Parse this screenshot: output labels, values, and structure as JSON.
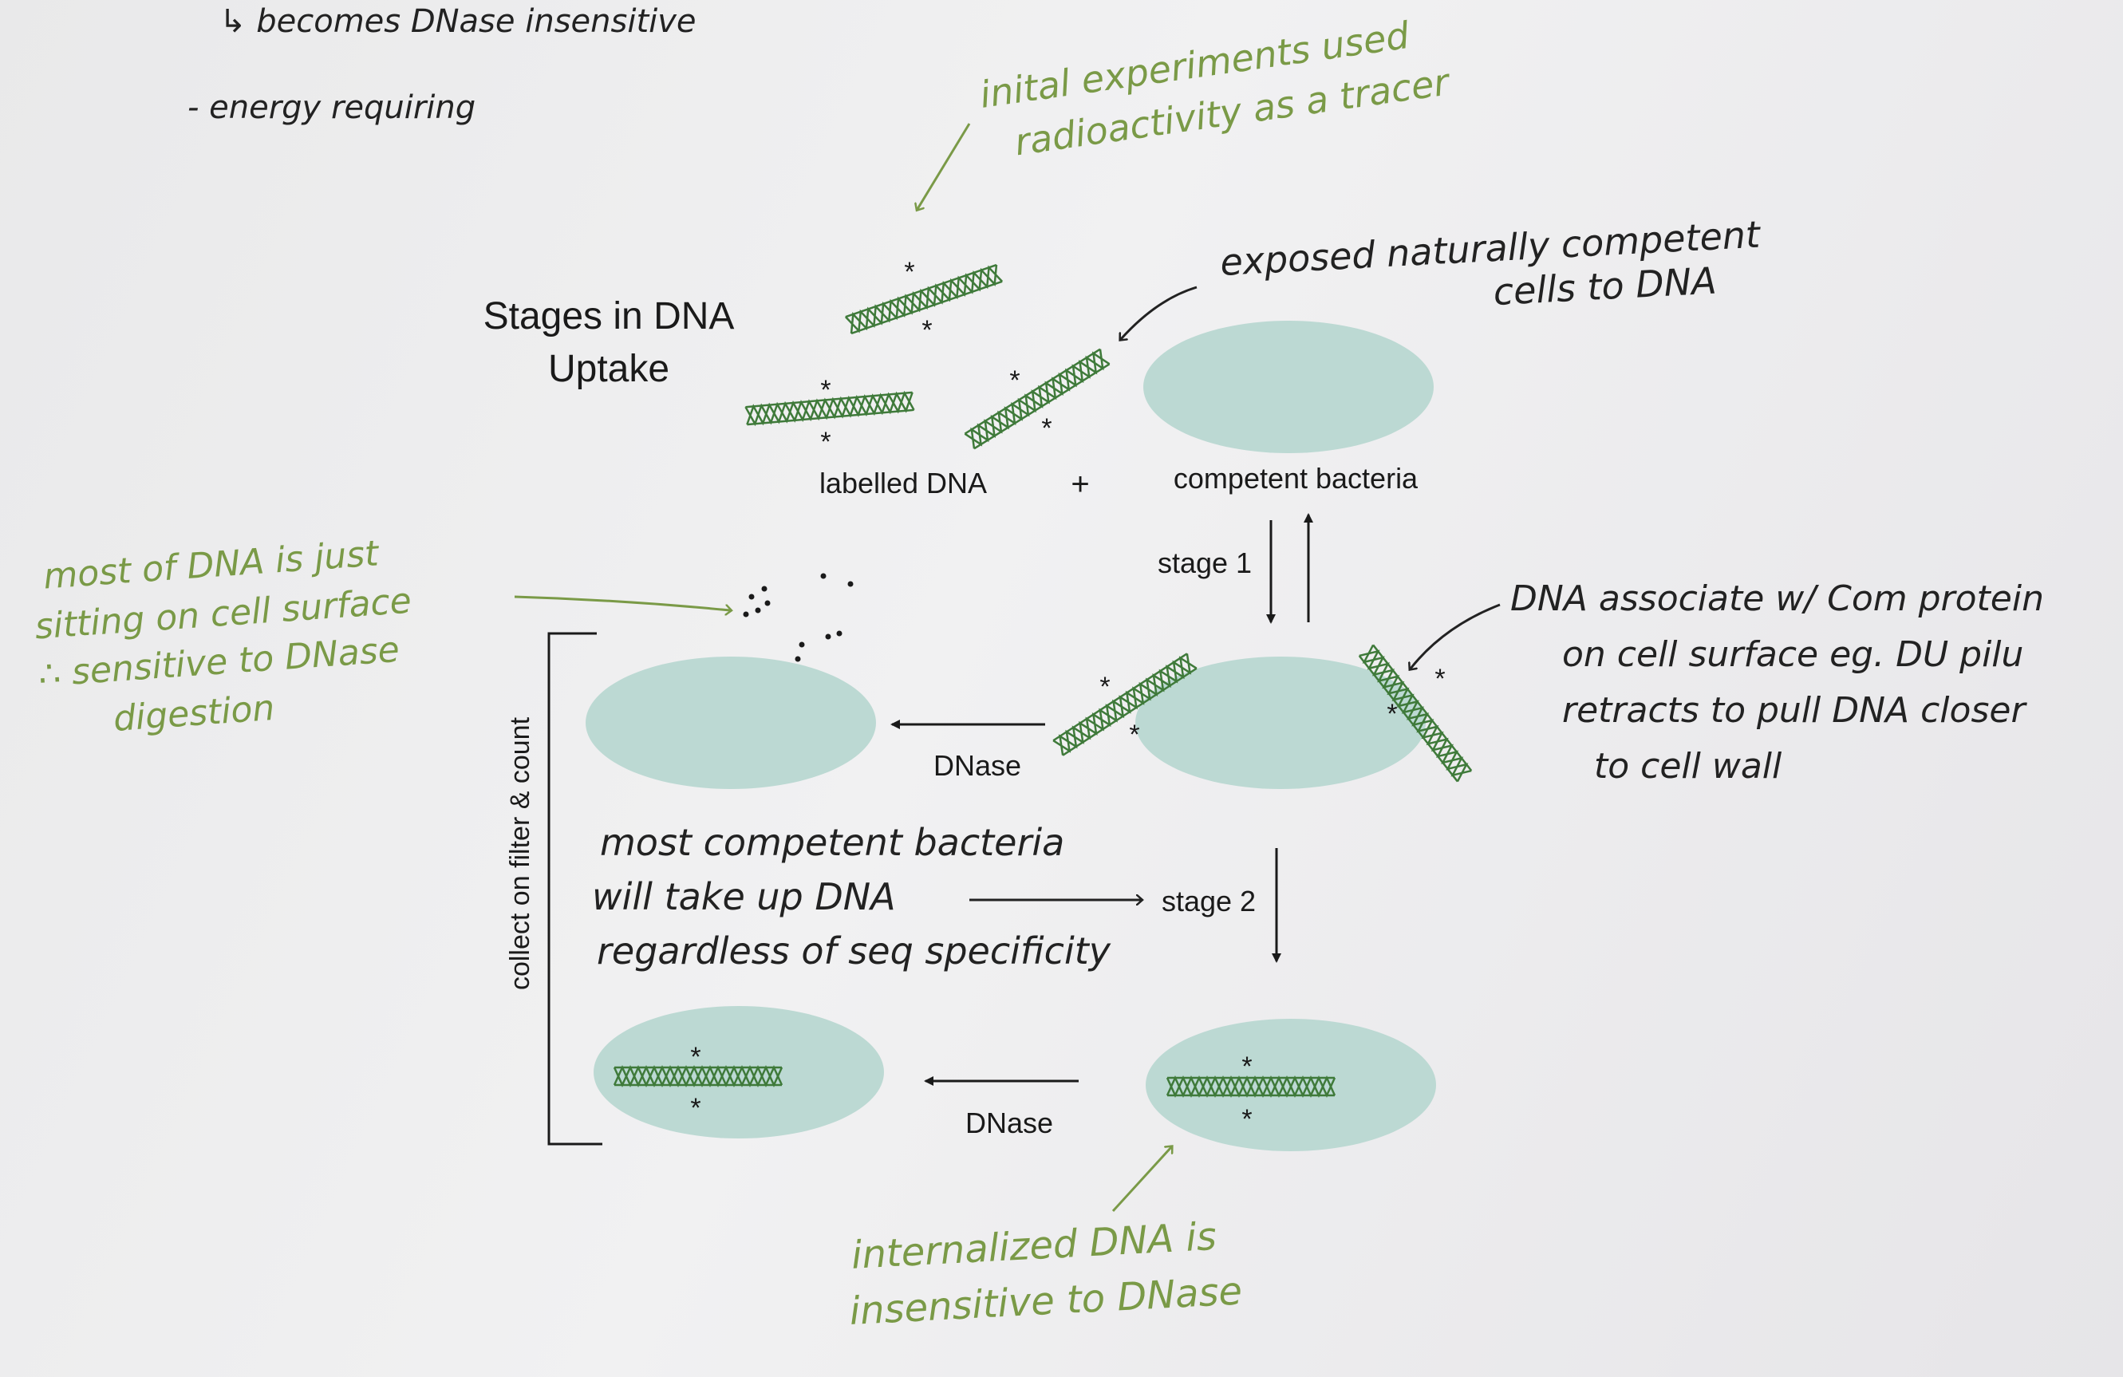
{
  "diagram": {
    "title_line1": "Stages in DNA",
    "title_line2": "Uptake",
    "labelled_dna": "labelled DNA",
    "plus": "+",
    "competent_bacteria": "competent bacteria",
    "stage1": "stage 1",
    "stage2": "stage 2",
    "dnase_top": "DNase",
    "dnase_bottom": "DNase",
    "collect": "collect on filter & count",
    "star": "*"
  },
  "notes": {
    "top_black_1": "↳ becomes DNase insensitive",
    "top_black_2": "- energy requiring",
    "initial_1": "inital experiments used",
    "initial_2": "radioactivity as a tracer",
    "exposed_1": "exposed naturally competent",
    "exposed_2": "cells to DNA",
    "assoc_1": "DNA associate w/ Com protein",
    "assoc_2": "on cell surface eg. DU pilu",
    "assoc_3": "retracts to pull DNA closer",
    "assoc_4": "to cell wall",
    "surface_1": "most of DNA is just",
    "surface_2": "sitting on cell surface",
    "surface_3": "∴ sensitive to DNase",
    "surface_4": "digestion",
    "competent_1": "most competent bacteria",
    "competent_2": "will take up DNA",
    "competent_3": "regardless of seq specificity",
    "internal_1": "internalized DNA is",
    "internal_2": "insensitive to DNase"
  },
  "colors": {
    "cell_fill": "#bcd9d3",
    "dna_green": "#3f7a3a",
    "annotation_green": "#7a9a47",
    "ink_black": "#222222"
  }
}
